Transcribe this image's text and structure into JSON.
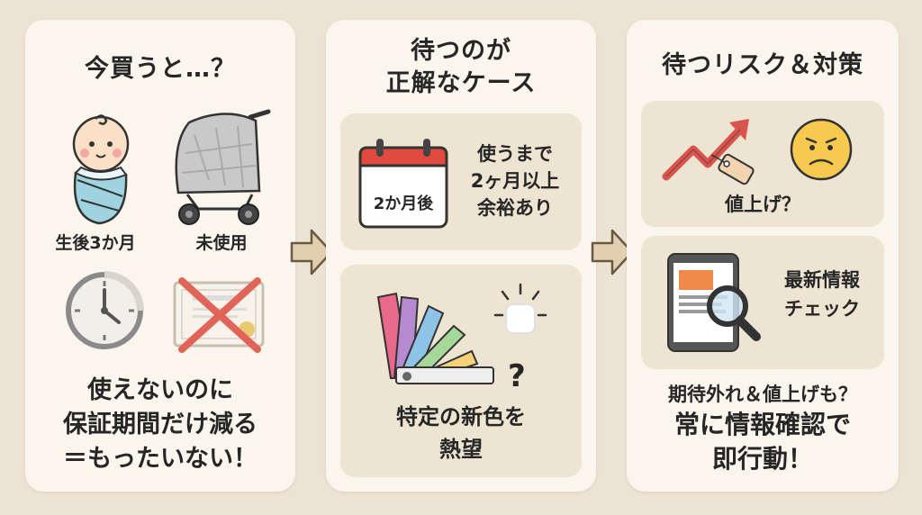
{
  "panel1": {
    "title": "今買うと…？",
    "label_baby": "生後3か月",
    "label_unused": "未使用",
    "conclusion_1": "使えないのに",
    "conclusion_2": "保証期間だけ減る",
    "conclusion_3": "＝もったいない！"
  },
  "panel2": {
    "title_1": "待つのが",
    "title_2": "正解なケース",
    "calendar_text": "2か月後",
    "box1_1": "使うまで",
    "box1_2": "2ヶ月以上",
    "box1_3": "余裕あり",
    "question_mark": "?",
    "box2_1": "特定の新色を",
    "box2_2": "熱望"
  },
  "panel3": {
    "title": "待つリスク＆対策",
    "box1_label": "値上げ？",
    "box2_1": "最新情報",
    "box2_2": "チェック",
    "conclusion_1": "期待外れ＆値上げも？",
    "conclusion_2": "常に情報確認で",
    "conclusion_3": "即行動！"
  },
  "icons": [
    "baby-icon",
    "stroller-icon",
    "clock-icon",
    "certificate-cross-icon",
    "calendar-icon",
    "color-swatch-icon",
    "rising-price-icon",
    "worried-face-icon",
    "tablet-search-icon",
    "arrow-right-icon"
  ],
  "colors": {
    "background": "#ece3d4",
    "panel": "#faf6ee",
    "box": "#ede4d2",
    "accent_red": "#d9534f",
    "arrow": "#e3cfb0"
  }
}
